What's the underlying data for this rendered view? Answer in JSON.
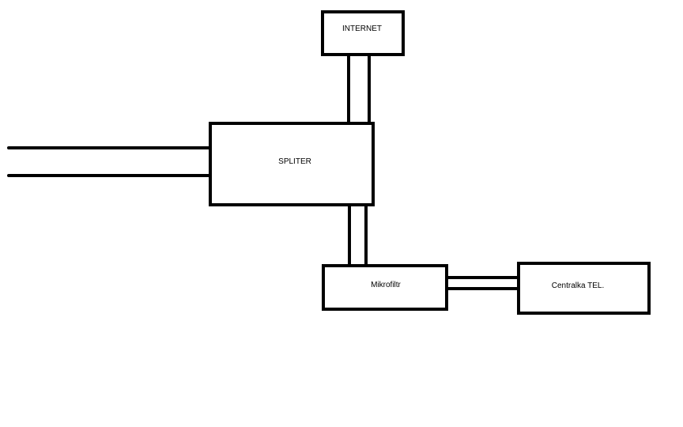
{
  "diagram": {
    "stroke_color": "#000000",
    "background_color": "#ffffff",
    "boxes": {
      "internet": {
        "label": "INTERNET"
      },
      "spliter": {
        "label": "SPLITER"
      },
      "mikrofiltr": {
        "label": "Mikrofiltr"
      },
      "centralka": {
        "label": "Centralka TEL."
      }
    }
  }
}
